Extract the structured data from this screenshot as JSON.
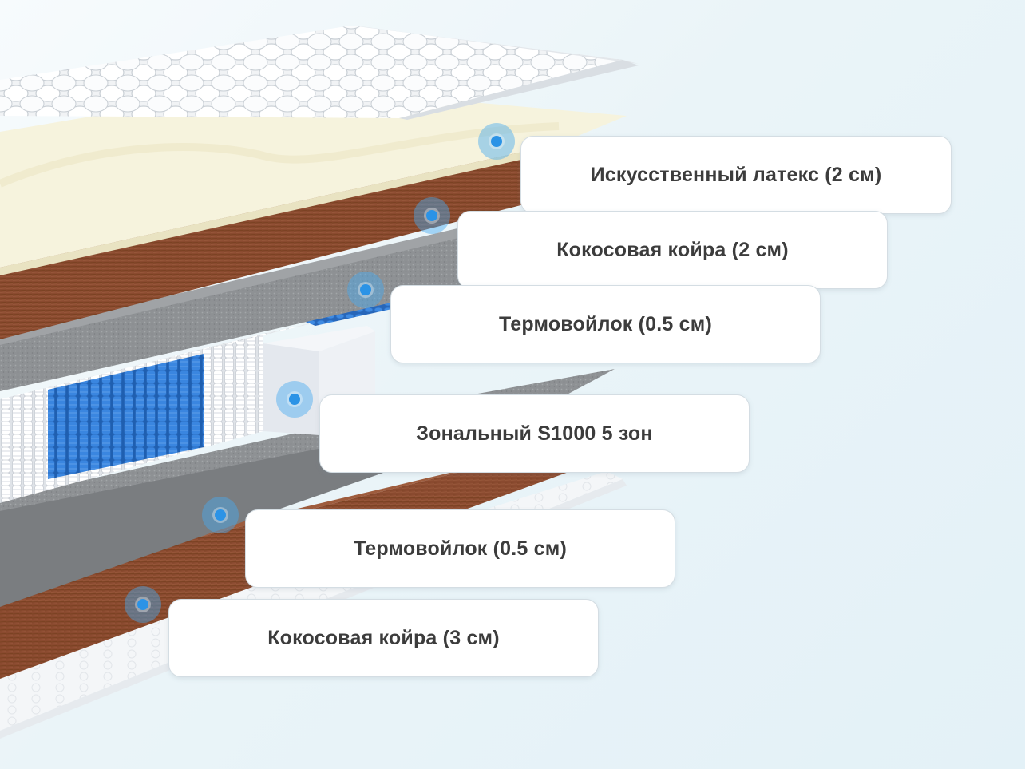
{
  "layers": [
    {
      "label": "Искусственный латекс (2 см)"
    },
    {
      "label": "Кокосовая койра (2 см)"
    },
    {
      "label": "Термовойлок (0.5 см)"
    },
    {
      "label": "Зональный S1000 5 зон"
    },
    {
      "label": "Термовойлок (0.5 см)"
    },
    {
      "label": "Кокосовая койра (3 см)"
    }
  ],
  "colors": {
    "latex": "#f6f3dd",
    "coir": "#8a4a2f",
    "felt": "#8e9194",
    "spring_white": "#ffffff",
    "spring_blue": "#2f7fdc",
    "marker": "#2b93e6"
  }
}
